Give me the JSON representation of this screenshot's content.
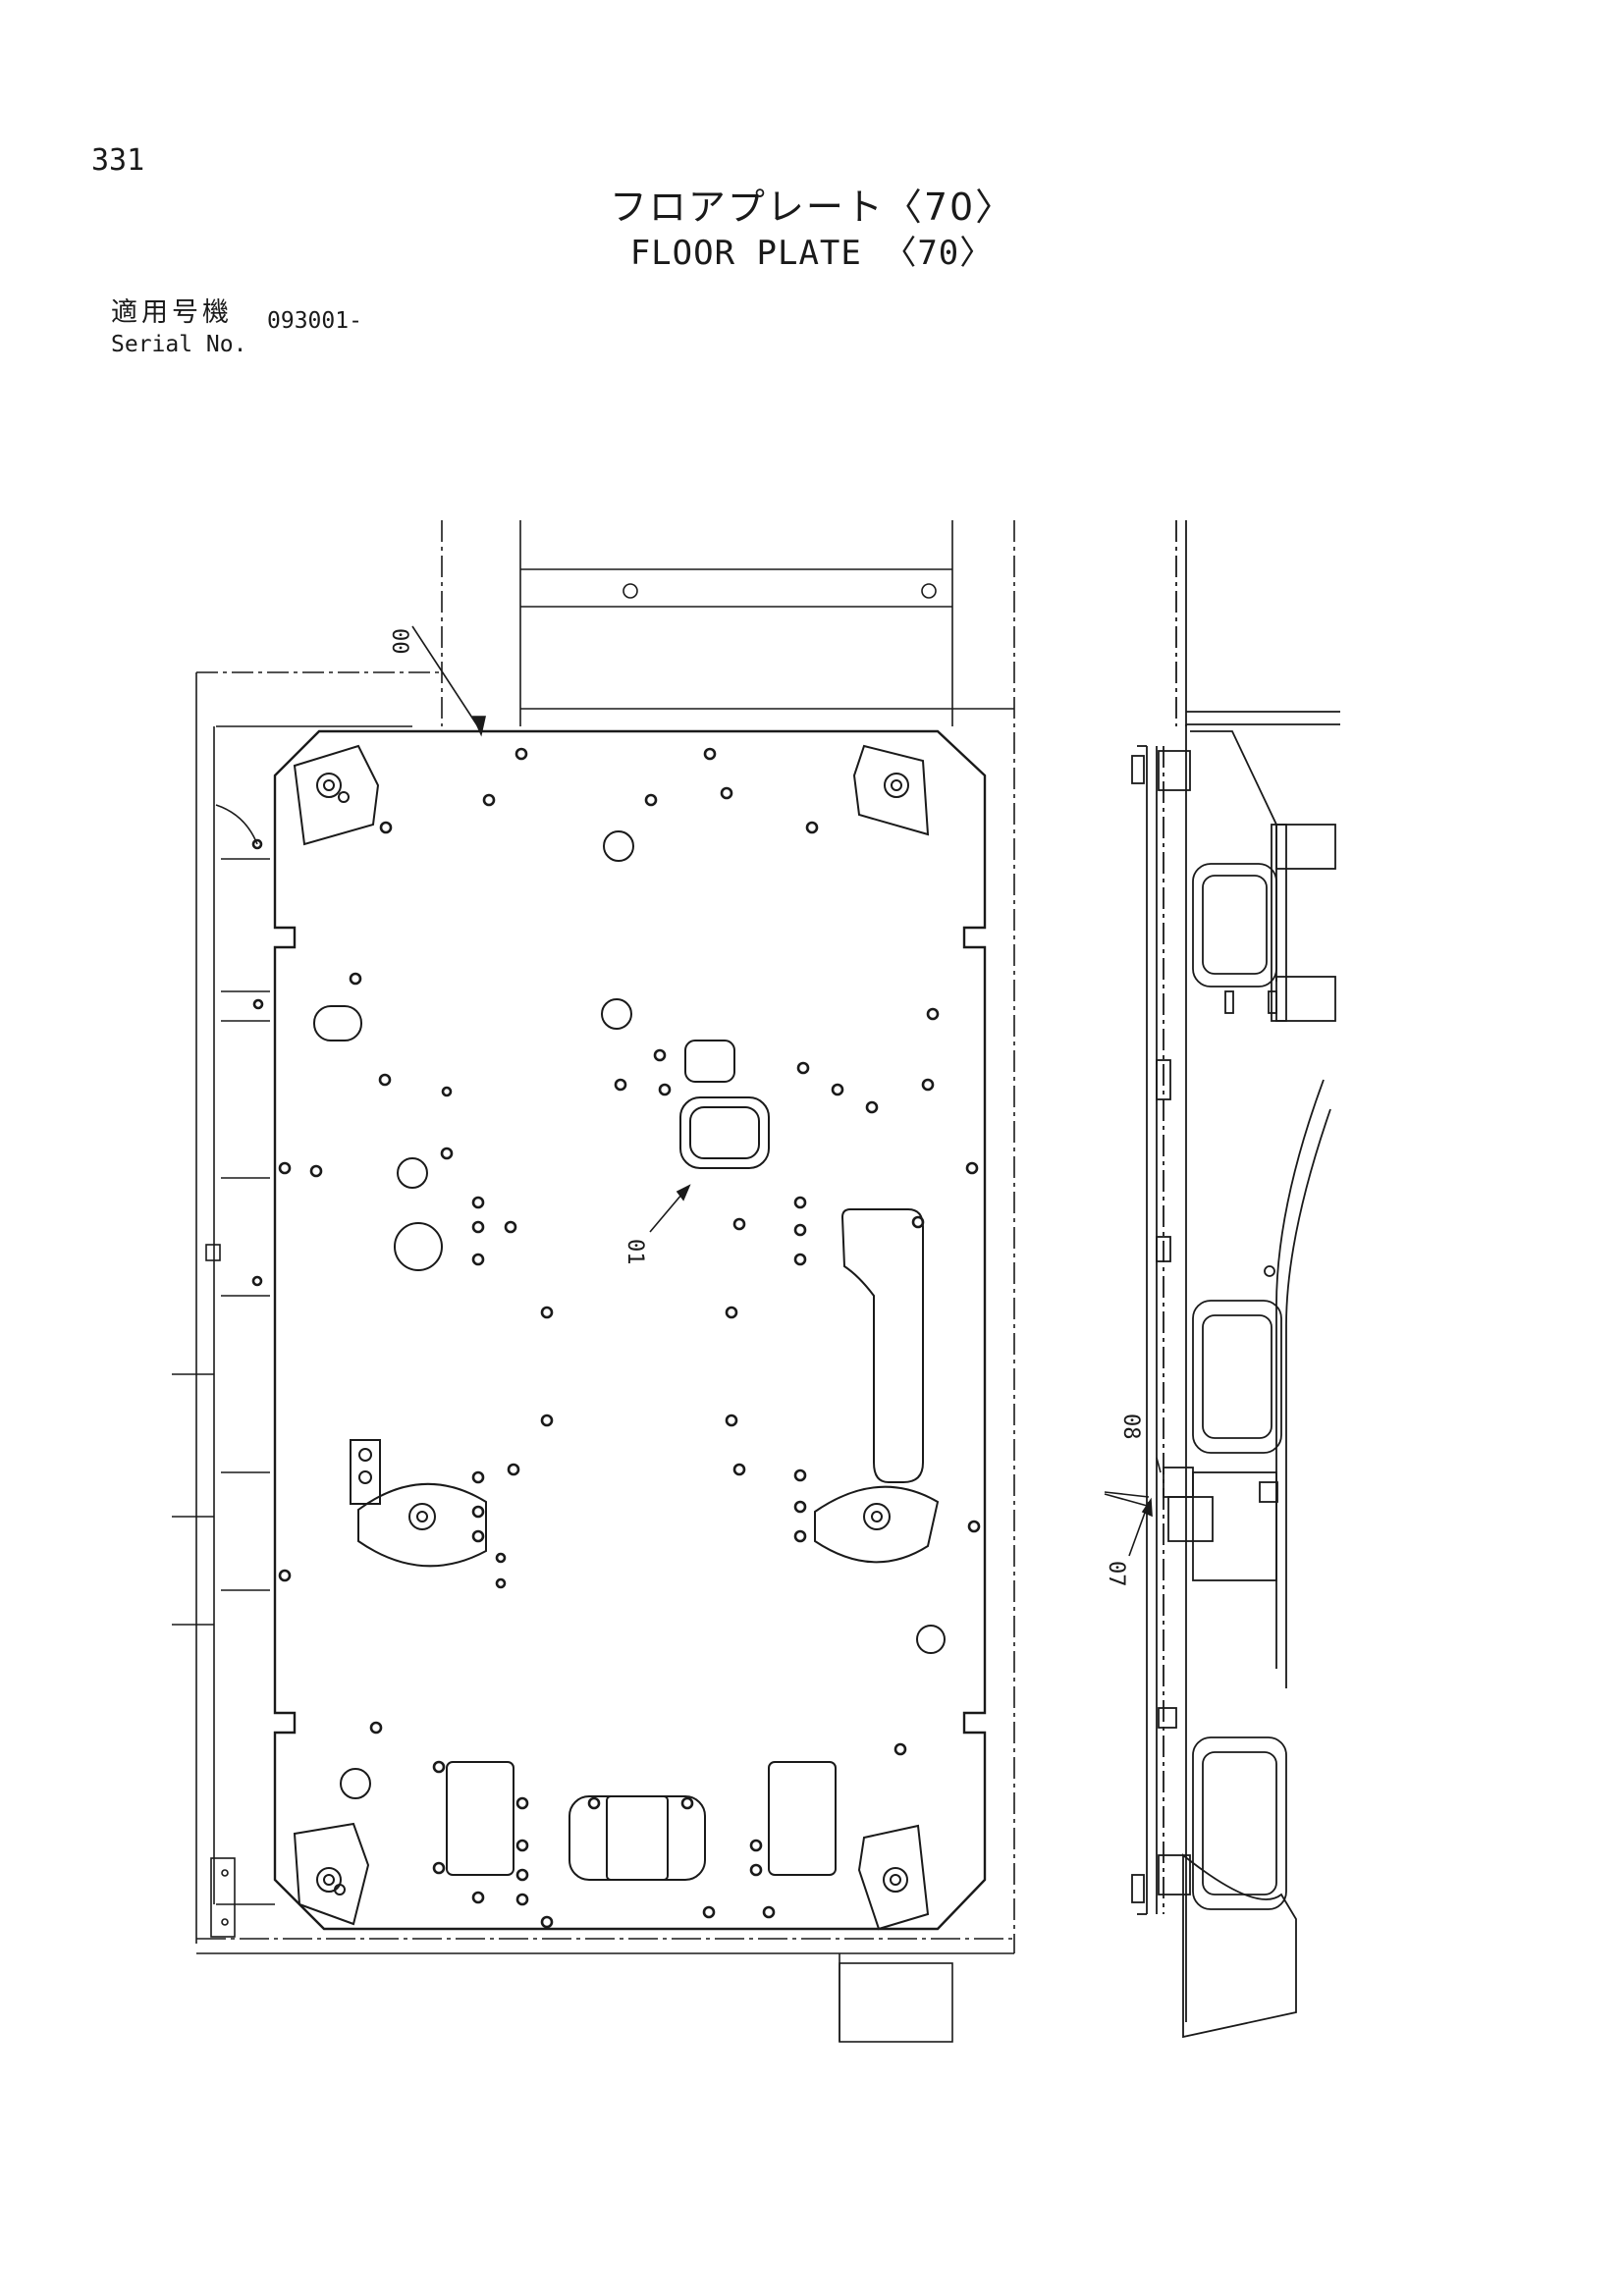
{
  "page_number": "331",
  "title_jp": "フロアプレート〈70〉",
  "title_en": "FLOOR PLATE 〈70〉",
  "serial_label_jp": "適用号機",
  "serial_label_en": "Serial No.",
  "serial_value": "093001-",
  "callouts": {
    "c00": "00",
    "c01": "01",
    "c07": "07",
    "c08": "08"
  }
}
